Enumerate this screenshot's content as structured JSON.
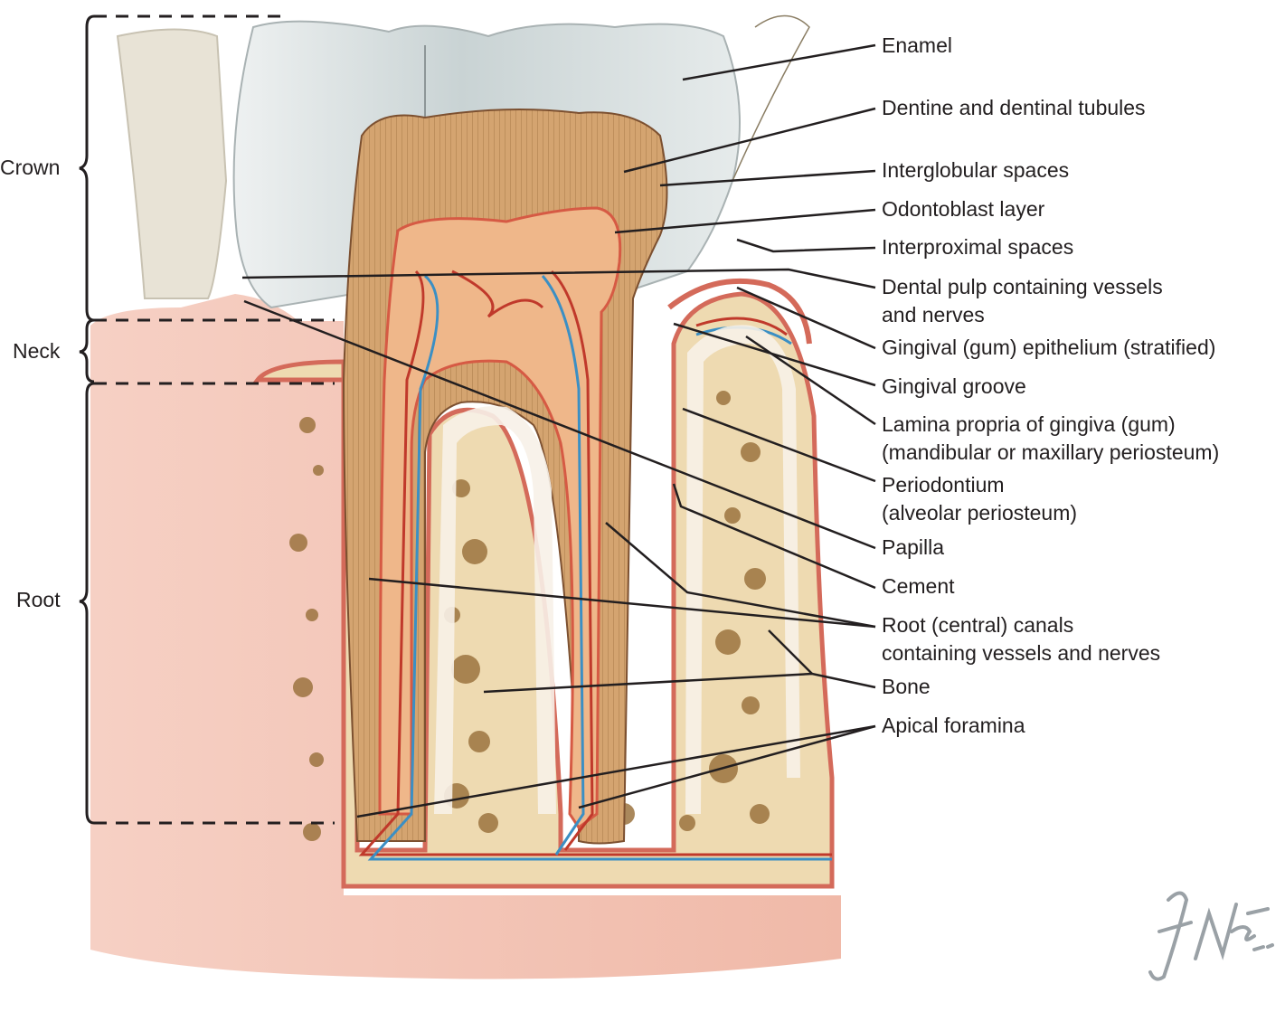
{
  "regions": {
    "crown": "Crown",
    "neck": "Neck",
    "root": "Root"
  },
  "labels": {
    "enamel": "Enamel",
    "dentine": "Dentine and dentinal tubules",
    "interglobular": "Interglobular spaces",
    "odontoblast": "Odontoblast layer",
    "interproximal": "Interproximal spaces",
    "pulp_1": "Dental pulp containing vessels",
    "pulp_2": "and nerves",
    "gingival_epithelium": "Gingival (gum) epithelium (stratified)",
    "gingival_groove": "Gingival groove",
    "lamina_1": "Lamina propria of gingiva (gum)",
    "lamina_2": "(mandibular or maxillary periosteum)",
    "periodontium_1": "Periodontium",
    "periodontium_2": "(alveolar periosteum)",
    "papilla": "Papilla",
    "cement": "Cement",
    "root_canals_1": "Root (central) canals",
    "root_canals_2": "containing vessels and nerves",
    "bone": "Bone",
    "apical": "Apical foramina"
  },
  "signature": "F. Netter M.D.",
  "colors": {
    "gum": "#f2c3b4",
    "gum_deep": "#e9a08f",
    "enamel": "#d8dfe0",
    "dentine": "#d2a26f",
    "pulp": "#eeb486",
    "bone": "#efd9b0",
    "bone_spots": "#9c7440",
    "vessel_red": "#c0392b",
    "vessel_blue": "#3b8fc4",
    "leader": "#231f20"
  }
}
